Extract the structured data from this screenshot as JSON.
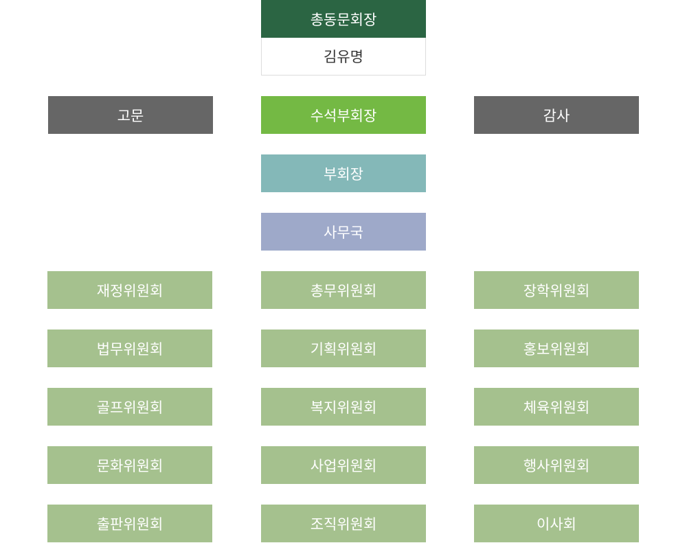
{
  "president": {
    "title": "총동문회장",
    "name": "김유명"
  },
  "advisor": "고문",
  "senior_vice_president": "수석부회장",
  "auditor": "감사",
  "vice_president": "부회장",
  "secretariat": "사무국",
  "committees": {
    "left": [
      "재정위원회",
      "법무위원회",
      "골프위원회",
      "문화위원회",
      "출판위원회"
    ],
    "middle": [
      "총무위원회",
      "기획위원회",
      "복지위원회",
      "사업위원회",
      "조직위원회"
    ],
    "right": [
      "장학위원회",
      "홍보위원회",
      "체육위원회",
      "행사위원회",
      "이사회"
    ]
  },
  "colors": {
    "president": "#2b6543",
    "advisor_auditor": "#666666",
    "senior_vice_president": "#74b944",
    "vice_president": "#84b8b8",
    "secretariat": "#9ea9c9",
    "committee": "#a5c18e"
  }
}
